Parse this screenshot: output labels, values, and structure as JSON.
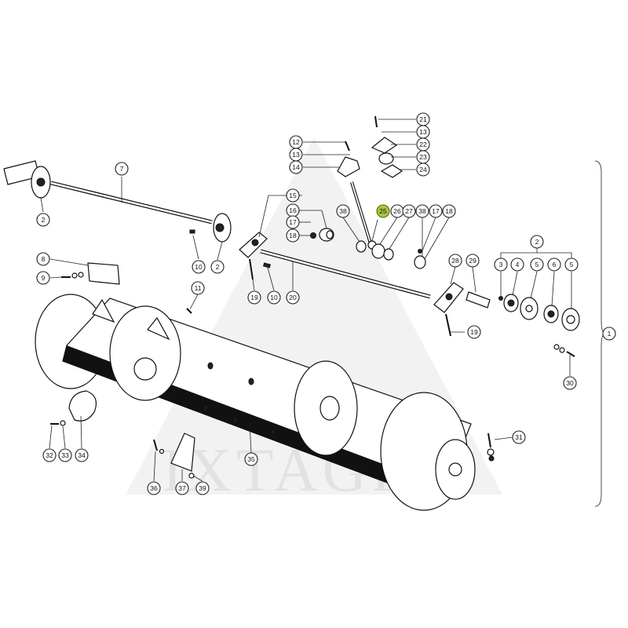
{
  "watermark": {
    "text": "IXTAGRA"
  },
  "highlight_color": "#a8c83a",
  "callouts": {
    "c1": "1",
    "c2a": "2",
    "c2b": "2",
    "c2c": "2",
    "c3": "3",
    "c4": "4",
    "c5a": "5",
    "c5b": "5",
    "c6": "6",
    "c7": "7",
    "c8": "8",
    "c9": "9",
    "c10a": "10",
    "c10b": "10",
    "c11": "11",
    "c12": "12",
    "c13a": "13",
    "c13b": "13",
    "c14": "14",
    "c15": "15",
    "c16": "16",
    "c17a": "17",
    "c17b": "17",
    "c18a": "18",
    "c18b": "18",
    "c19a": "19",
    "c19b": "19",
    "c20": "20",
    "c21": "21",
    "c22": "22",
    "c23": "23",
    "c24": "24",
    "c25": "25",
    "c26": "26",
    "c27": "27",
    "c28": "28",
    "c29": "29",
    "c30": "30",
    "c31": "31",
    "c32": "32",
    "c33": "33",
    "c34": "34",
    "c35": "35",
    "c36": "36",
    "c37": "37",
    "c38a": "38",
    "c38b": "38",
    "c39": "39"
  }
}
